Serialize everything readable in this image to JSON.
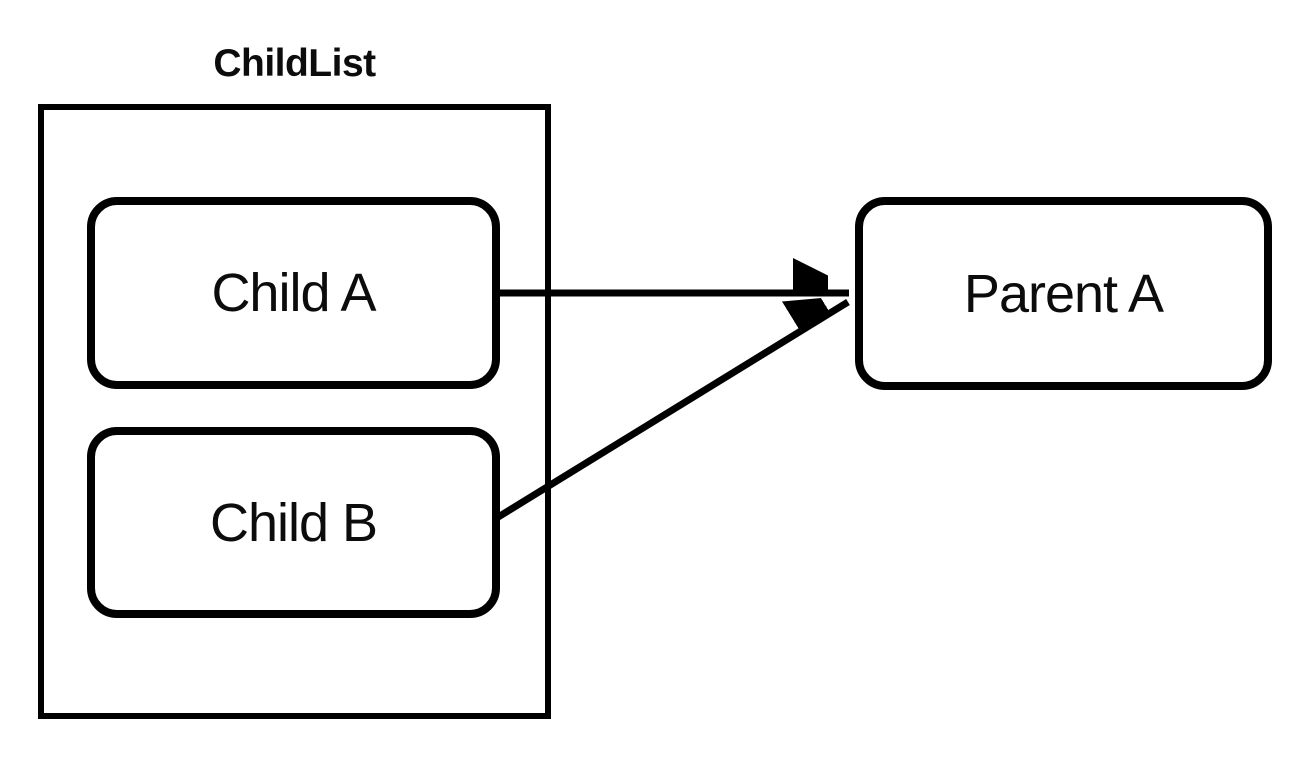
{
  "diagram": {
    "title": "ChildList",
    "nodes": {
      "child_a": {
        "label": "Child A"
      },
      "child_b": {
        "label": "Child B"
      },
      "parent_a": {
        "label": "Parent A"
      }
    },
    "edges": [
      {
        "from": "Child A",
        "to": "Parent A",
        "style": "solid-arrow"
      },
      {
        "from": "Child B",
        "to": "Parent A",
        "style": "solid-arrow"
      }
    ],
    "colors": {
      "stroke": "#000000",
      "text": "#0c0c0c",
      "background": "#ffffff"
    }
  }
}
